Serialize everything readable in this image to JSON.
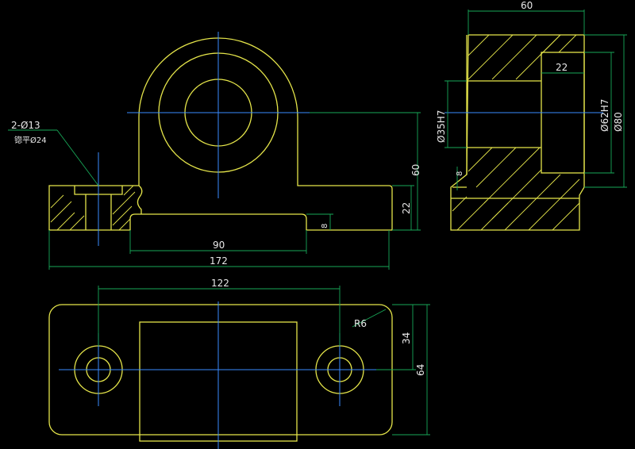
{
  "colors": {
    "background": "#000000",
    "outline": "#e5e54a",
    "centerline": "#3a8cff",
    "dimension": "#18a858",
    "text": "#e8e8e8"
  },
  "front_view": {
    "dims": {
      "hole_spec": "2-Ø13",
      "counterbore_spec": "锪平Ø24",
      "height_60": "60",
      "height_22": "22",
      "height_8": "8",
      "width_90": "90",
      "width_172": "172"
    }
  },
  "side_view": {
    "dims": {
      "width_60": "60",
      "depth_22": "22",
      "bore_35": "Ø35H7",
      "bore_62": "Ø62H7",
      "dia_80": "Ø80",
      "base_8": "8"
    }
  },
  "top_view": {
    "dims": {
      "spacing_122": "122",
      "radius": "R6",
      "width_34": "34",
      "width_64": "64"
    }
  }
}
